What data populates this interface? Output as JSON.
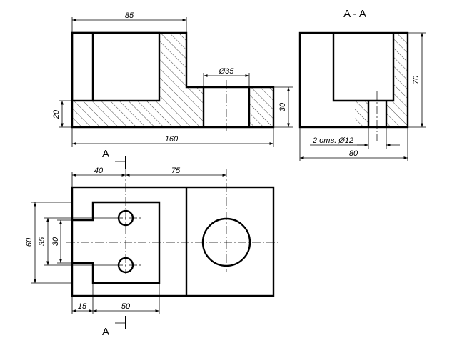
{
  "drawing": {
    "section_title": "A - A",
    "section_marker": "A",
    "front_view": {
      "dim_overall_width": "160",
      "dim_upper_width": "85",
      "dim_hole_diameter": "Ø35",
      "dim_base_height": "20",
      "dim_right_height": "30"
    },
    "side_view": {
      "dim_height": "70",
      "dim_width": "80",
      "dim_holes_note": "2 отв. Ø12"
    },
    "top_view": {
      "dim_top_left": "40",
      "dim_top_right": "75",
      "dim_left_60": "60",
      "dim_left_35": "35",
      "dim_left_30": "30",
      "dim_bottom_15": "15",
      "dim_bottom_50": "50"
    }
  }
}
